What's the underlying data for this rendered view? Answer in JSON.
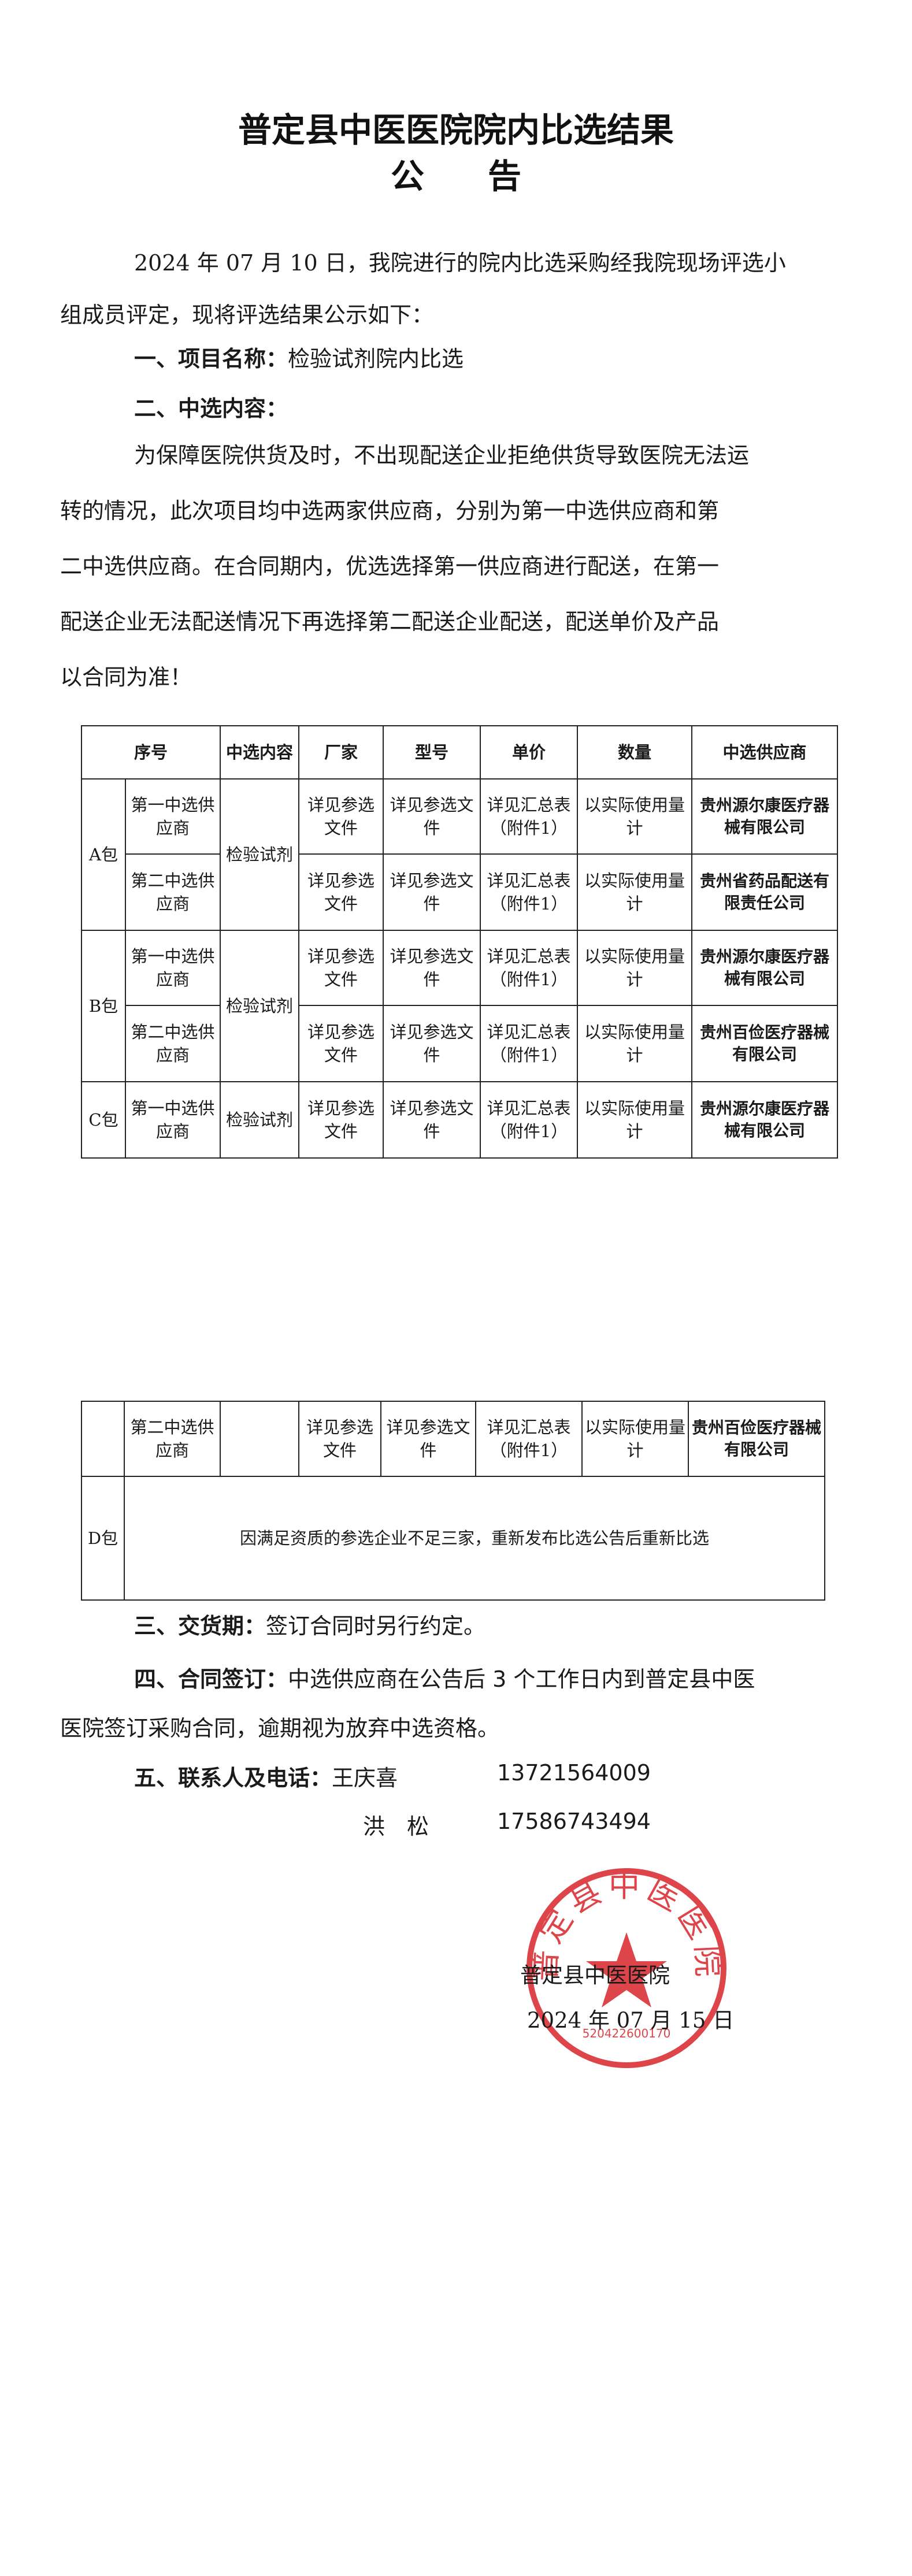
{
  "title": "普定县中医医院院内比选结果",
  "subtitle": "公告",
  "intro_lines": [
    "2024 年 07 月 10 日，我院进行的院内比选采购经我院现场评选小",
    "组成员评定，现将评选结果公示如下："
  ],
  "section1": {
    "label": "一、项目名称：",
    "value": "检验试剂院内比选"
  },
  "section2": {
    "label": "二、中选内容："
  },
  "section2_lines": [
    "为保障医院供货及时，不出现配送企业拒绝供货导致医院无法运",
    "转的情况，此次项目均中选两家供应商，分别为第一中选供应商和第",
    "二中选供应商。在合同期内，优选选择第一供应商进行配送，在第一",
    "配送企业无法配送情况下再选择第二配送企业配送，配送单价及产品",
    "以合同为准！"
  ],
  "table": {
    "headers": [
      "序号",
      "中选内容",
      "厂家",
      "型号",
      "单价",
      "数量",
      "中选供应商"
    ],
    "package_a": "A包",
    "package_b": "B包",
    "package_c": "C包",
    "package_d": "D包",
    "rank_first": "第一中选供应商",
    "rank_second": "第二中选供应商",
    "content": "检验试剂",
    "manufacturer": "详见参选文件",
    "model": "详见参选文件",
    "price": "详见汇总表（附件1）",
    "quantity": "以实际使用量计",
    "rows": [
      {
        "supplier": "贵州源尔康医疗器械有限公司"
      },
      {
        "supplier": "贵州省药品配送有限责任公司"
      },
      {
        "supplier": "贵州源尔康医疗器械有限公司"
      },
      {
        "supplier": "贵州百俭医疗器械有限公司"
      },
      {
        "supplier": "贵州源尔康医疗器械有限公司"
      },
      {
        "supplier": "贵州百俭医疗器械有限公司"
      }
    ],
    "d_note": "因满足资质的参选企业不足三家，重新发布比选公告后重新比选"
  },
  "section3": {
    "label": "三、交货期：",
    "value": "签订合同时另行约定。"
  },
  "section4": {
    "label": "四、合同签订：",
    "line1": "中选供应商在公告后 3 个工作日内到普定县中医",
    "line2": "医院签订采购合同，逾期视为放弃中选资格。"
  },
  "section5": {
    "label": "五、联系人及电话：",
    "contact1_name": "王庆喜",
    "contact1_phone": "13721564009",
    "contact2_name": "洪　松",
    "contact2_phone": "17586743494"
  },
  "signature": {
    "org": "普定县中医医院",
    "date": "2024 年 07 月 15 日"
  },
  "stamp": {
    "text": "普定县中医医院",
    "code": "520422600170"
  }
}
